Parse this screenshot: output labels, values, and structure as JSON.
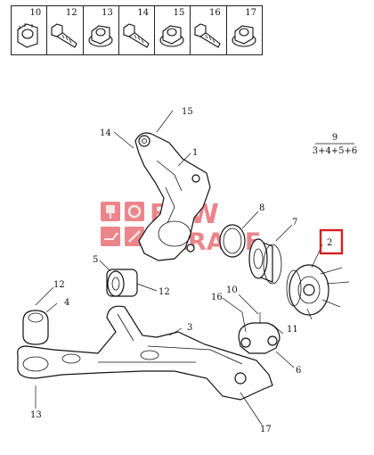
{
  "hardware_strip": [
    {
      "number": "10",
      "icon": "castle-nut-icon"
    },
    {
      "number": "12",
      "icon": "flange-bolt-icon"
    },
    {
      "number": "13",
      "icon": "flange-nut-icon"
    },
    {
      "number": "14",
      "icon": "flange-bolt-icon"
    },
    {
      "number": "15",
      "icon": "flange-nut-icon"
    },
    {
      "number": "16",
      "icon": "flange-bolt-icon"
    },
    {
      "number": "17",
      "icon": "flange-nut-icon"
    }
  ],
  "callouts": {
    "c1": "1",
    "c2": "2",
    "c3": "3",
    "c4": "4",
    "c5": "5",
    "c6": "6",
    "c7": "7",
    "c8": "8",
    "c10": "10",
    "c11": "11",
    "c12a": "12",
    "c12b": "12",
    "c13": "13",
    "c14": "14",
    "c15": "15",
    "c16": "16",
    "c17": "17"
  },
  "assembly_note": {
    "numerator": "9",
    "denominator": "3+4+5+6"
  },
  "watermark": {
    "line1": "BAW",
    "line2": "GARAGE"
  },
  "highlight": {
    "target": "2",
    "color": "#d42020"
  }
}
